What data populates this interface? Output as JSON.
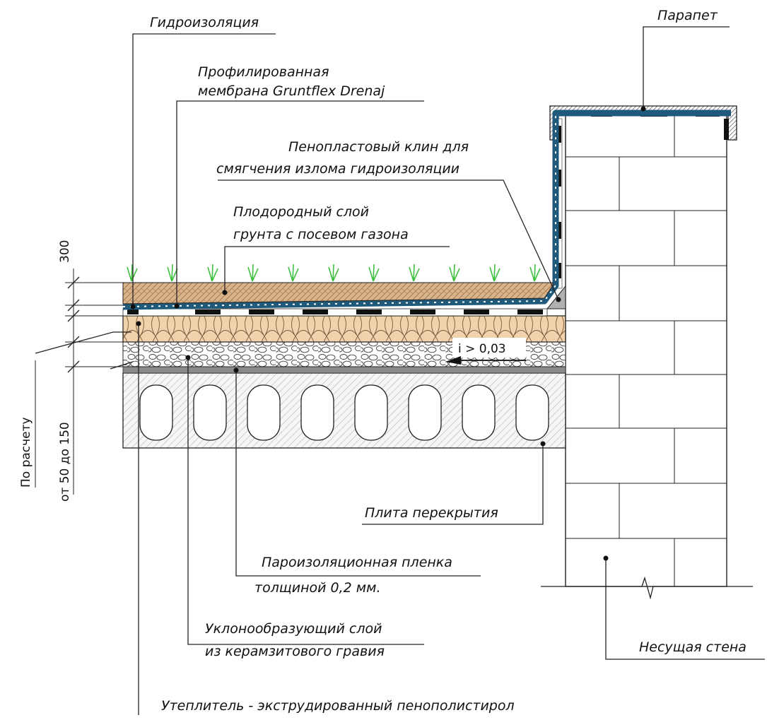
{
  "labels": {
    "waterproofing": "Гидроизоляция",
    "membrane_1": "Профилированная",
    "membrane_2": "мембрана Gruntflex Drenaj",
    "wedge_1": "Пенопластовый клин для",
    "wedge_2": "смягчения излома гидроизоляции",
    "soil_1": "Плодородный слой",
    "soil_2": "грунта с посевом газона",
    "parapet": "Парапет",
    "slope": "i > 0,03",
    "slab": "Плита перекрытия",
    "vapor_1": "Пароизоляционная пленка",
    "vapor_2": "толщиной 0,2 мм.",
    "gravel_1": "Уклонообразующий слой",
    "gravel_2": "из керамзитового гравия",
    "wall": "Несущая стена",
    "insulation": "Утеплитель - экструдированный пенополистирол"
  },
  "dimensions": {
    "d300": "300",
    "by_calc": "По расчету",
    "from_to": "от 50 до 150"
  },
  "colors": {
    "soil": "#c9a27c",
    "insulation": "#f0cfa8",
    "membrane": "#1f5a7a",
    "grass": "#3fbf3f",
    "slab": "#f4f4f4",
    "vapor": "#8a8a8a"
  }
}
